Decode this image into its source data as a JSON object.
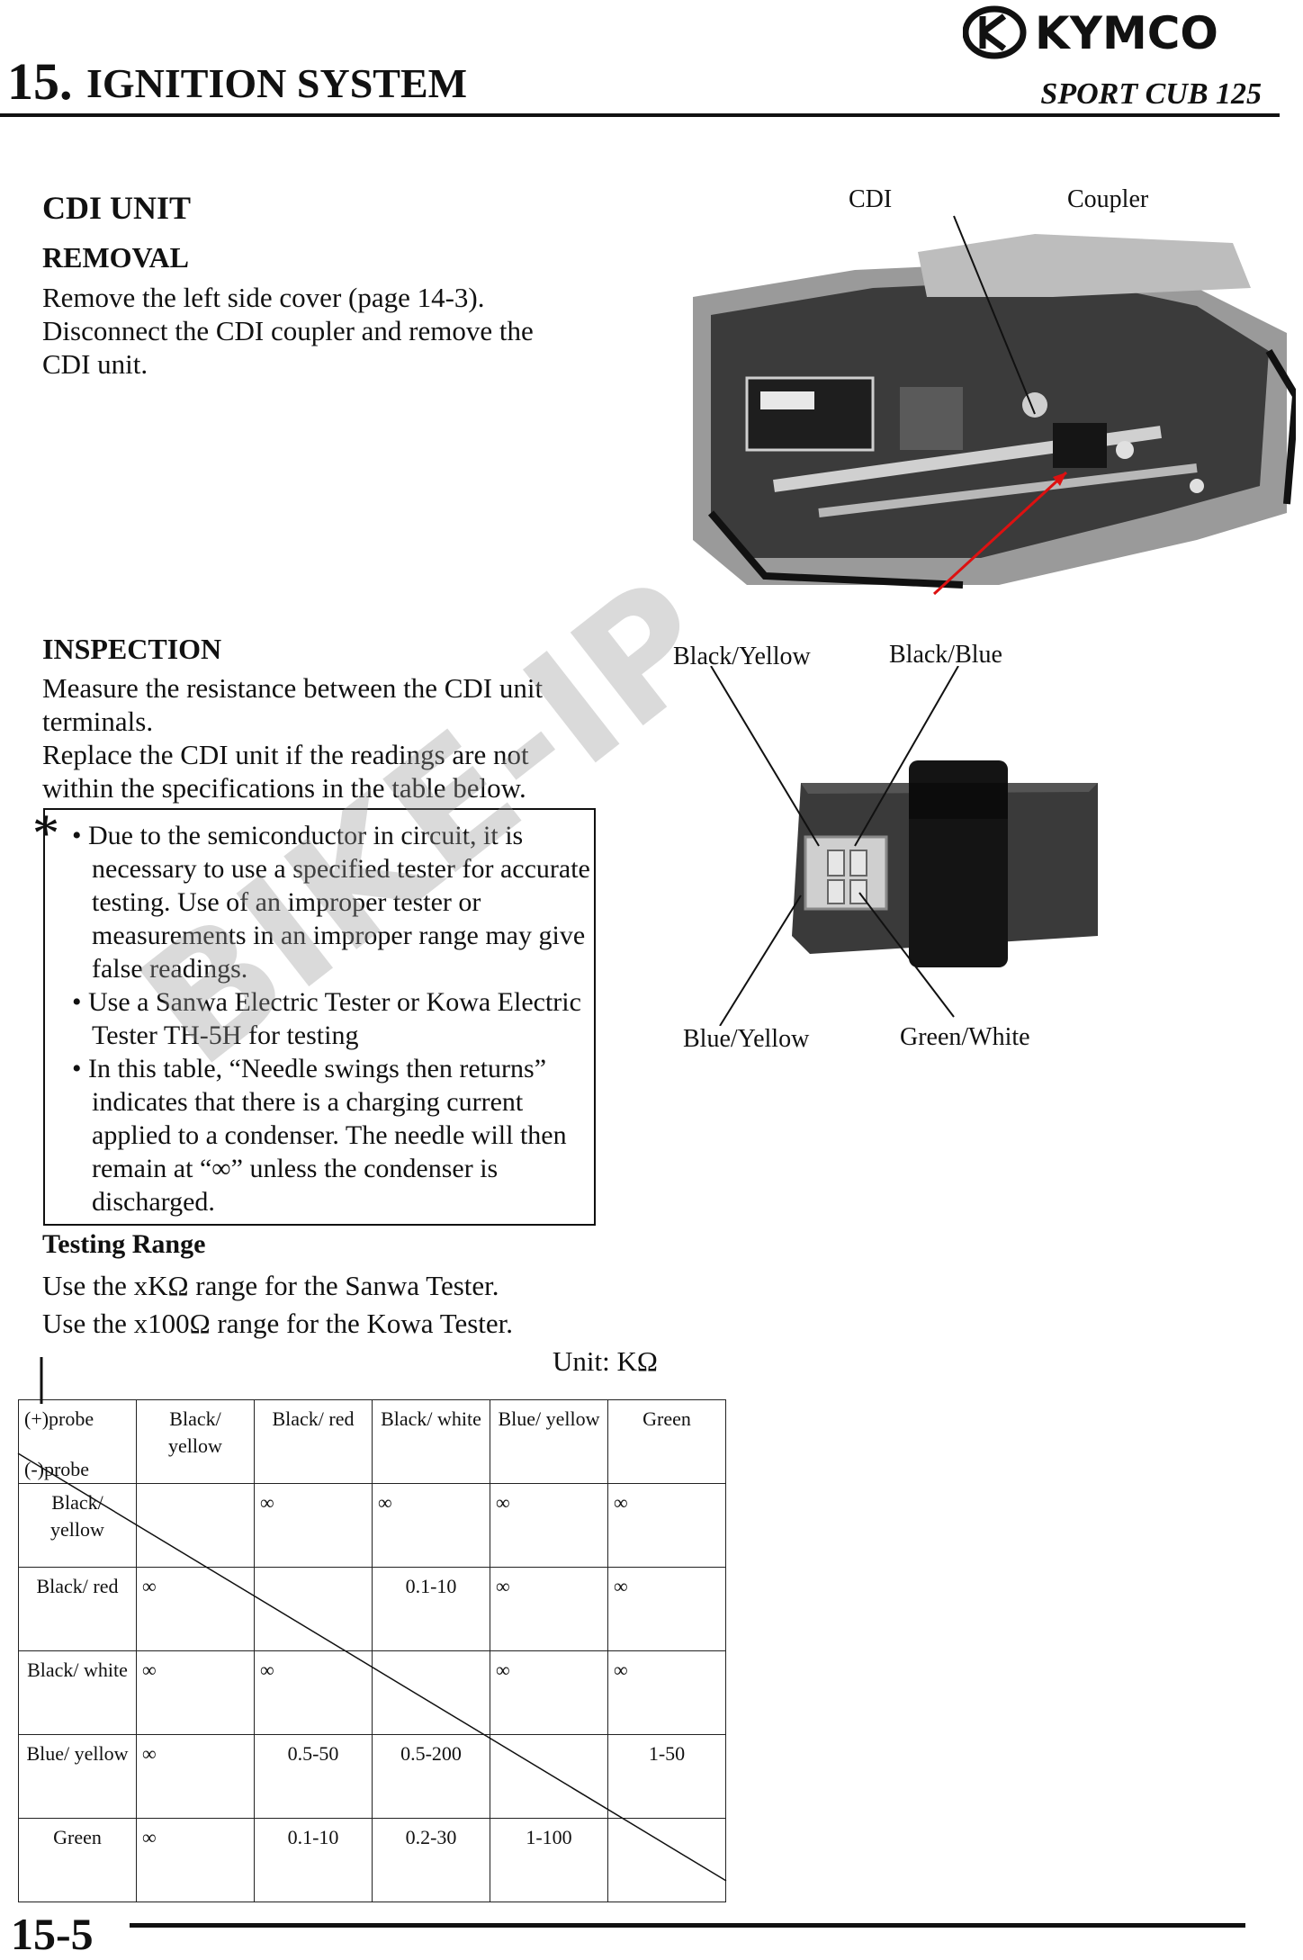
{
  "header": {
    "chapter_number": "15.",
    "chapter_title": "IGNITION SYSTEM",
    "brand": "KYMCO",
    "model": "SPORT CUB 125"
  },
  "removal": {
    "section_title": "CDI UNIT",
    "heading": "REMOVAL",
    "lines": [
      "Remove the left side cover (page 14-3).",
      "Disconnect the CDI coupler and remove the",
      "CDI unit."
    ]
  },
  "photo_labels": {
    "cdi": "CDI",
    "coupler": "Coupler"
  },
  "inspection": {
    "heading": "INSPECTION",
    "lines": [
      "Measure the resistance between the CDI unit",
      "terminals.",
      "Replace the CDI unit if the readings are not",
      "within the specifications in the table below."
    ]
  },
  "note": {
    "bullets": [
      "• Due to the semiconductor in circuit, it is necessary to use a specified tester for accurate testing. Use of an improper tester or measurements in an improper range may give false readings.",
      "• Use a Sanwa Electric Tester or Kowa Electric Tester TH-5H for testing",
      "• In this table, “Needle swings then returns” indicates that there is a charging current applied to a condenser. The needle will then remain at “∞” unless the condenser is discharged."
    ]
  },
  "connector_labels": {
    "top_left": "Black/Yellow",
    "top_right": "Black/Blue",
    "bottom_left": "Blue/Yellow",
    "bottom_right": "Green/White"
  },
  "testing": {
    "heading": "Testing Range",
    "line1": "Use the xKΩ range for the Sanwa Tester.",
    "line2": "Use the x100Ω range for the Kowa Tester.",
    "unit": "Unit: KΩ"
  },
  "table": {
    "corner_top": "(+)probe",
    "corner_bottom": "(-)probe",
    "columns": [
      "Black/ yellow",
      "Black/ red",
      "Black/ white",
      "Blue/ yellow",
      "Green"
    ],
    "rows": [
      {
        "label": "Black/ yellow",
        "cells": [
          "",
          "∞",
          "∞",
          "∞",
          "∞"
        ]
      },
      {
        "label": "Black/ red",
        "cells": [
          "∞",
          "",
          "0.1-10",
          "∞",
          "∞"
        ]
      },
      {
        "label": "Black/ white",
        "cells": [
          "∞",
          "∞",
          "",
          "∞",
          "∞"
        ]
      },
      {
        "label": "Blue/ yellow",
        "cells": [
          "∞",
          "0.5-50",
          "0.5-200",
          "",
          "1-50"
        ]
      },
      {
        "label": "Green",
        "cells": [
          "∞",
          "0.1-10",
          "0.2-30",
          "1-100",
          ""
        ]
      }
    ]
  },
  "footer": {
    "page_number": "15-5"
  }
}
